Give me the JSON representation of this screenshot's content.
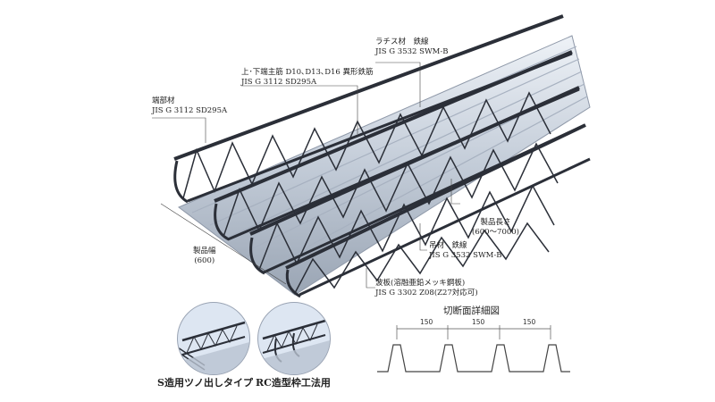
{
  "labels": {
    "lattice_material": "ラチス材　鉄線",
    "lattice_std": "JIS G 3532 SWM-B",
    "main_bar": "上･下端主筋 D10､D13､D16 異形鉄筋",
    "main_bar_std": "JIS G 3112 SD295A",
    "end_material": "端部材",
    "end_std": "JIS G 3112 SD295A",
    "length": "製品長さ",
    "length_range": "(600〜7000)",
    "hanger": "吊材　鉄線",
    "hanger_std": "JIS G 3532 SWM-B",
    "deck_plate": "波板(溶融亜鉛メッキ鋼板)",
    "deck_std": "JIS G 3302 Z08(Z27対応可)",
    "width": "製品幅",
    "width_value": "(600)"
  },
  "section": {
    "title": "切断面詳細図",
    "dims": [
      "150",
      "150",
      "150"
    ]
  },
  "captions": {
    "s_type": "S造用ツノ出しタイプ",
    "rc_type": "RC造型枠工法用"
  },
  "colors": {
    "rebar": "#2b2f38",
    "deck": "#c9d2de",
    "circle_bg": "#dde6f2"
  }
}
